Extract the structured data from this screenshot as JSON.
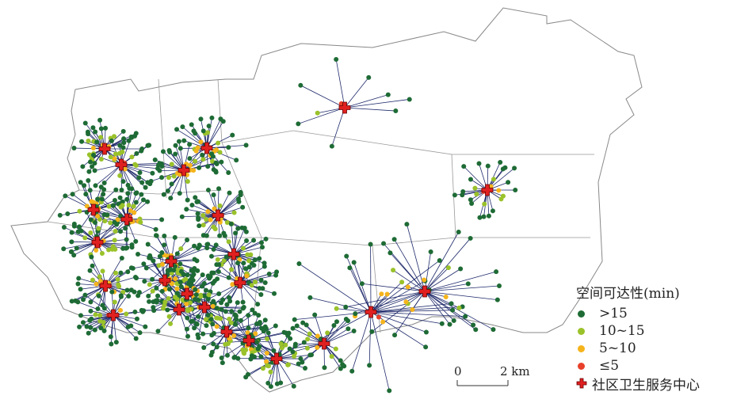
{
  "legend": {
    "title": "空间可达性(min)",
    "items": [
      {
        "label": ">15",
        "color": "#1e6b35"
      },
      {
        "label": "10~15",
        "color": "#9ac22a"
      },
      {
        "label": "5~10",
        "color": "#f5b41c"
      },
      {
        "label": "≤5",
        "color": "#e8402a"
      }
    ],
    "center_label": "社区卫生服务中心",
    "center_color": "#e02020",
    "line_color": "#1f2a6b"
  },
  "scale_bar": {
    "start": "0",
    "end": "2 km"
  }
}
